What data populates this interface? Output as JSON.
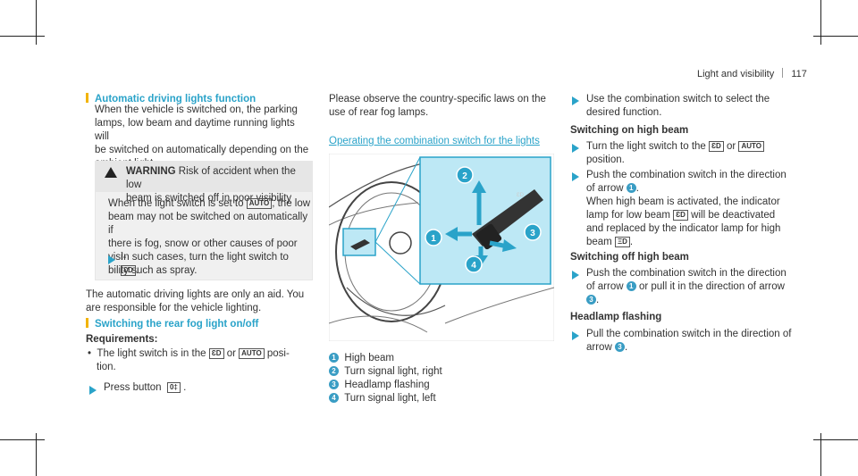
{
  "header": {
    "section": "Light and visibility",
    "page": "117"
  },
  "col1": {
    "heading1": "Automatic driving lights function",
    "para1": [
      "When the vehicle is switched on, the parking",
      "lamps, low beam and daytime running lights will",
      "be switched on automatically depending on the",
      "ambient light."
    ],
    "warning": {
      "title": "WARNING",
      "line1": "Risk of accident when the low",
      "line2": "beam is switched off in poor visibility",
      "body": [
        "When the light switch is set to",
        "beam may not be switched on automatically if",
        "there is fog, snow or other causes of poor visi-",
        "bility such as spray."
      ],
      "body_after_icon": ", the low",
      "step": "In such cases, turn the light switch to"
    },
    "para2": [
      "The automatic driving lights are only an aid. You",
      "are responsible for the vehicle lighting."
    ],
    "heading2": "Switching the rear fog light on/off",
    "req_title": "Requirements:",
    "req_line1_a": "The light switch is in the",
    "req_line1_or": "or",
    "req_line1_b": "posi-",
    "req_line2": "tion.",
    "step_press": "Press button"
  },
  "col2": {
    "intro": [
      "Please observe the country-specific laws on the",
      "use of rear fog lamps."
    ],
    "heading3": "Operating the combination switch for the lights",
    "legend": [
      {
        "n": "1",
        "label": "High beam"
      },
      {
        "n": "2",
        "label": "Turn signal light, right"
      },
      {
        "n": "3",
        "label": "Headlamp flashing"
      },
      {
        "n": "4",
        "label": "Turn signal light, left"
      }
    ]
  },
  "col3": {
    "step1": [
      "Use the combination switch to select the",
      "desired function."
    ],
    "sub1": "Switching on high beam",
    "s1a_a": "Turn the light switch to the",
    "s1a_or": "or",
    "s1a_b": "position.",
    "s1b": [
      "Push the combination switch in the direction",
      "of arrow"
    ],
    "s1b_rest": [
      "When high beam is activated, the indicator",
      "lamp for low beam",
      "will be deactivated",
      "and replaced by the indicator lamp for high",
      "beam"
    ],
    "sub2": "Switching off high beam",
    "s2": [
      "Push the combination switch in the direction",
      "of arrow",
      "or pull it in the direction of arrow"
    ],
    "sub3": "Headlamp flashing",
    "s3": [
      "Pull the combination switch in the direction of",
      "arrow"
    ]
  },
  "icons": {
    "auto": "AUTO",
    "lowbeam": "lowbeam-icon",
    "highbeam": "highbeam-icon",
    "fog": "rear-fog-icon"
  },
  "colors": {
    "accent": "#2aa3c9",
    "bar": "#f2b400",
    "highlight": "#bde8f5"
  }
}
